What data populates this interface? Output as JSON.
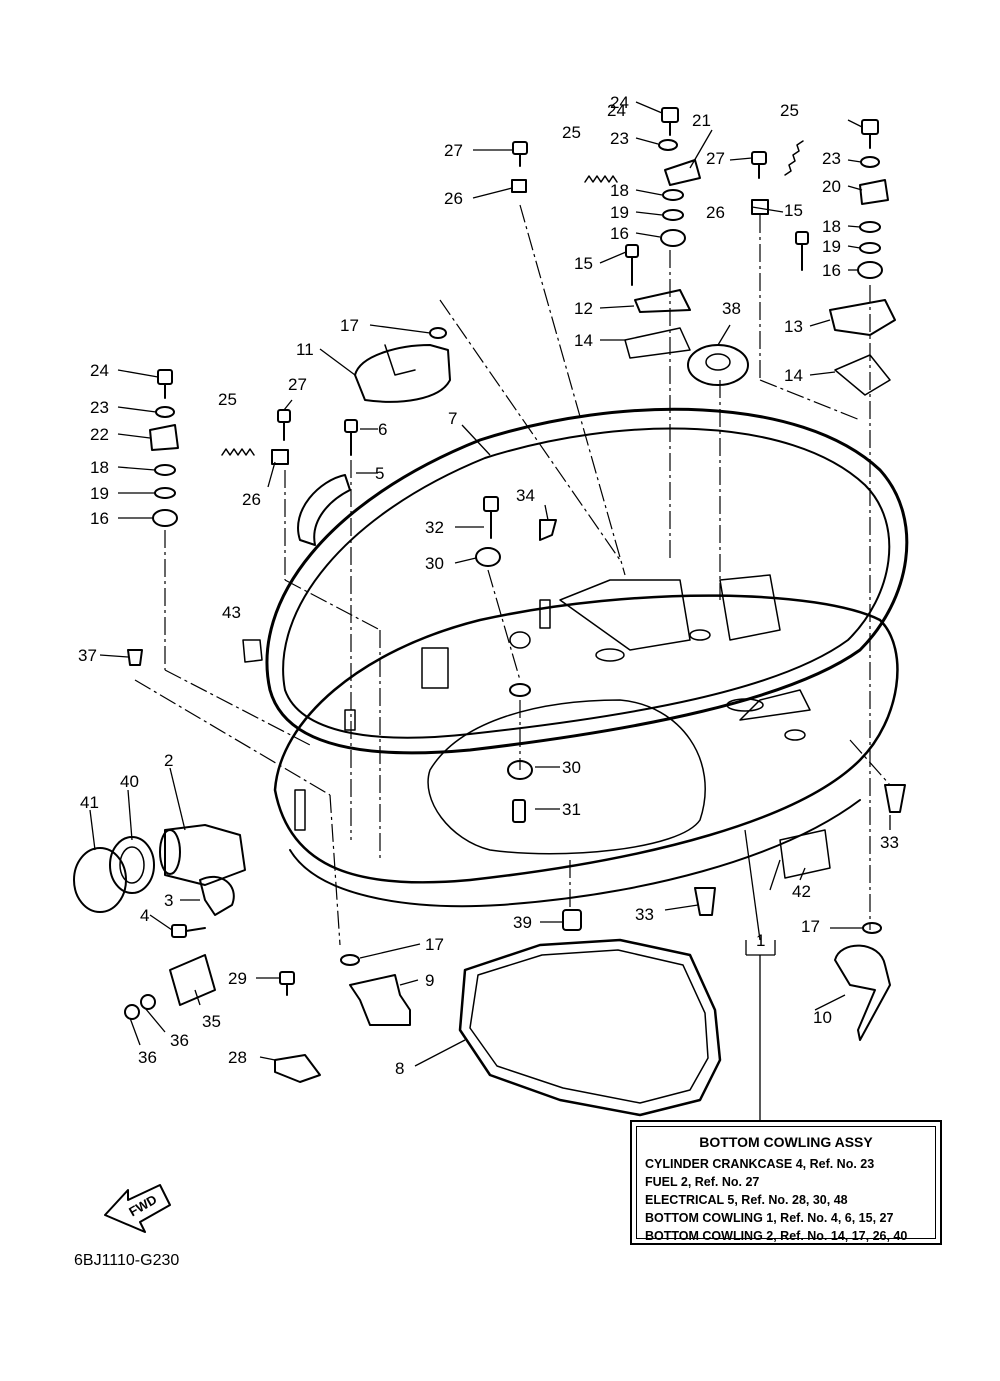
{
  "diagram_code": "6BJ1110-G230",
  "fwd_label": "FWD",
  "legend": {
    "title": "BOTTOM COWLING ASSY",
    "rows": [
      "CYLINDER CRANKCASE 4,  Ref. No. 23",
      "FUEL 2,  Ref. No. 27",
      "ELECTRICAL 5,  Ref. No. 28, 30, 48",
      "BOTTOM COWLING 1,  Ref. No. 4, 6, 15, 27",
      "BOTTOM COWLING 2,  Ref. No. 14, 17, 26, 40"
    ]
  },
  "part_numbers": [
    "1",
    "2",
    "3",
    "4",
    "5",
    "6",
    "7",
    "8",
    "9",
    "10",
    "11",
    "12",
    "13",
    "14",
    "15",
    "16",
    "17",
    "18",
    "19",
    "20",
    "21",
    "22",
    "23",
    "24",
    "25",
    "26",
    "27",
    "28",
    "29",
    "30",
    "31",
    "32",
    "33",
    "34",
    "35",
    "36",
    "37",
    "38",
    "39",
    "40",
    "41",
    "42",
    "43"
  ],
  "callouts": [
    "24",
    "23",
    "25",
    "27",
    "26",
    "21",
    "18",
    "19",
    "16",
    "15",
    "12",
    "14",
    "24",
    "25",
    "23",
    "27",
    "20",
    "26",
    "15",
    "18",
    "19",
    "16",
    "13",
    "14",
    "17",
    "11",
    "38",
    "24",
    "27",
    "23",
    "25",
    "6",
    "22",
    "7",
    "5",
    "18",
    "26",
    "19",
    "34",
    "32",
    "16",
    "30",
    "43",
    "37",
    "2",
    "40",
    "41",
    "30",
    "31",
    "3",
    "4",
    "33",
    "33",
    "42",
    "17",
    "39",
    "29",
    "9",
    "17",
    "10",
    "1",
    "35",
    "36",
    "36",
    "28",
    "8"
  ]
}
